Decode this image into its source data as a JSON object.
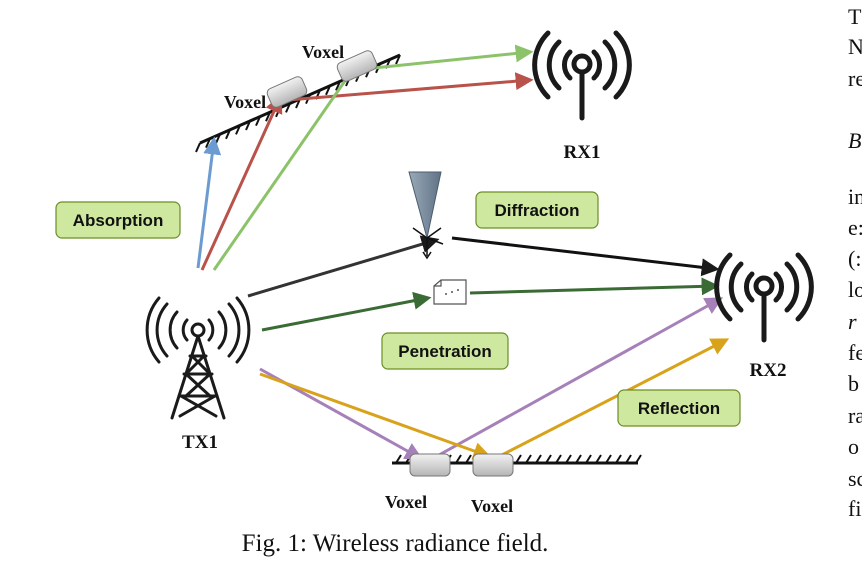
{
  "labels": {
    "rx1": "RX1",
    "rx2": "RX2",
    "tx1": "TX1",
    "voxel_top_right": "Voxel",
    "voxel_top_left": "Voxel",
    "voxel_bottom_left": "Voxel",
    "voxel_bottom_right": "Voxel"
  },
  "tags": {
    "absorption": "Absorption",
    "diffraction": "Diffraction",
    "penetration": "Penetration",
    "reflection": "Reflection"
  },
  "caption": "Fig. 1: Wireless radiance field.",
  "side_text": [
    "T",
    "N",
    "re",
    "B",
    "in",
    "e:",
    "(:",
    "lo",
    "r",
    "fe",
    "b",
    "ra",
    "o",
    "sc",
    "fi"
  ],
  "colors": {
    "blue": "#6b9bd1",
    "red": "#b8524a",
    "green": "#8cc26a",
    "black": "#1a1a1a",
    "dark_green": "#3a6b35",
    "purple": "#a680b8",
    "gold": "#d9a21b",
    "tag_fill": "#cfe8a0"
  }
}
